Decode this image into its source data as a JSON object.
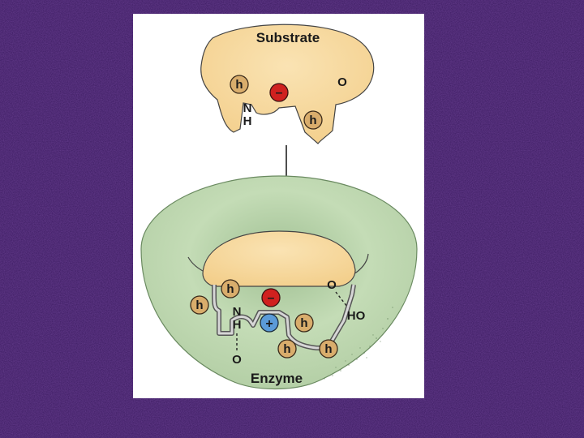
{
  "diagram": {
    "substrate_label": "Substrate",
    "enzyme_label": "Enzyme",
    "hydrophobic_label": "h",
    "negative_charge": "–",
    "positive_charge": "+",
    "oxygen_label": "O",
    "nitrogen_label": "N",
    "hydrogen_label": "H",
    "hydroxyl_label": "HO",
    "colors": {
      "substrate_fill": "#f6d69a",
      "enzyme_fill": "#c4dcb6",
      "hydrophobic_fill": "#d9ad6c",
      "negative_fill": "#d0211f",
      "positive_fill": "#5b9bd8",
      "background": "#3a1a5e"
    }
  }
}
